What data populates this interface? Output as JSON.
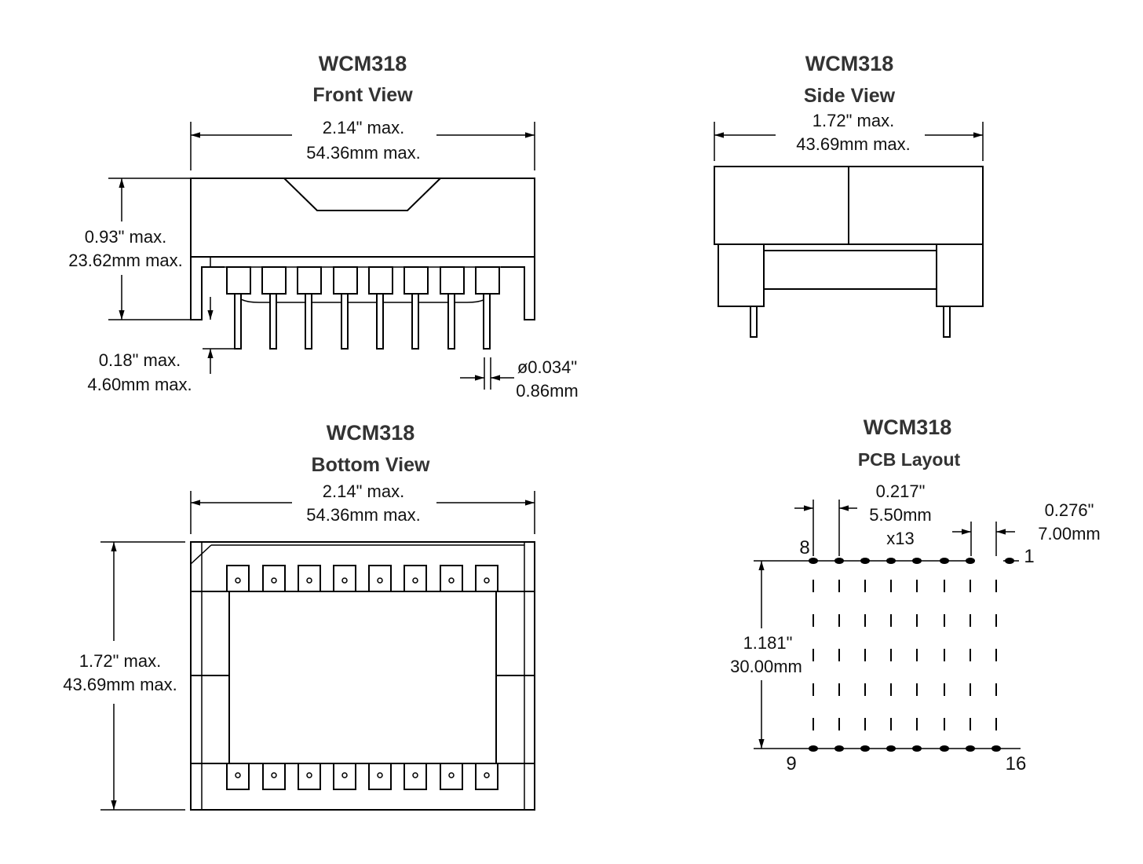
{
  "front_view": {
    "model": "WCM318",
    "view": "Front View",
    "width_in": "2.14\" max.",
    "width_mm": "54.36mm max.",
    "height_in": "0.93\" max.",
    "height_mm": "23.62mm max.",
    "standoff_in": "0.18\" max.",
    "standoff_mm": "4.60mm max.",
    "pin_dia_in": "ø0.034\"",
    "pin_dia_mm": "0.86mm"
  },
  "side_view": {
    "model": "WCM318",
    "view": "Side View",
    "width_in": "1.72\" max.",
    "width_mm": "43.69mm max."
  },
  "bottom_view": {
    "model": "WCM318",
    "view": "Bottom View",
    "width_in": "2.14\" max.",
    "width_mm": "54.36mm max.",
    "height_in": "1.72\" max.",
    "height_mm": "43.69mm max."
  },
  "pcb_layout": {
    "model": "WCM318",
    "view": "PCB Layout",
    "pitch_in": "0.217\"",
    "pitch_mm": "5.50mm",
    "pitch_count": "x13",
    "end_gap_in": "0.276\"",
    "end_gap_mm": "7.00mm",
    "row_spacing_in": "1.181\"",
    "row_spacing_mm": "30.00mm",
    "pin_top_left": "8",
    "pin_top_right": "1",
    "pin_bottom_left": "9",
    "pin_bottom_right": "16"
  }
}
